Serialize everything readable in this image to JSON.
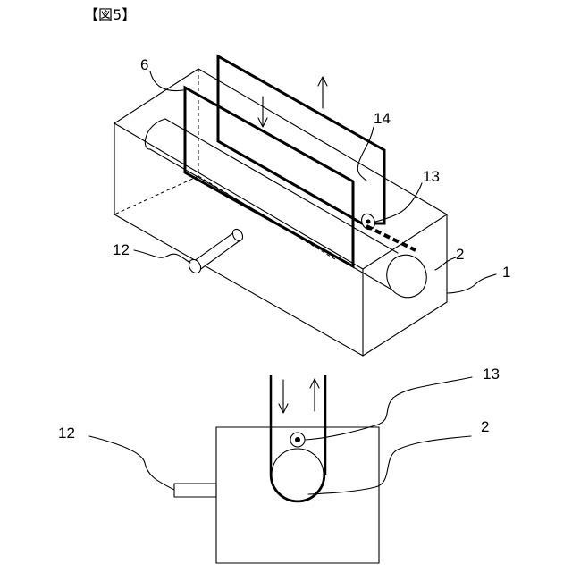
{
  "figure_title": "【図5】",
  "labels": {
    "top_6": "6",
    "top_14": "14",
    "top_13": "13",
    "top_12": "12",
    "top_2": "2",
    "top_1": "1",
    "bottom_13": "13",
    "bottom_12": "12",
    "bottom_2": "2"
  }
}
